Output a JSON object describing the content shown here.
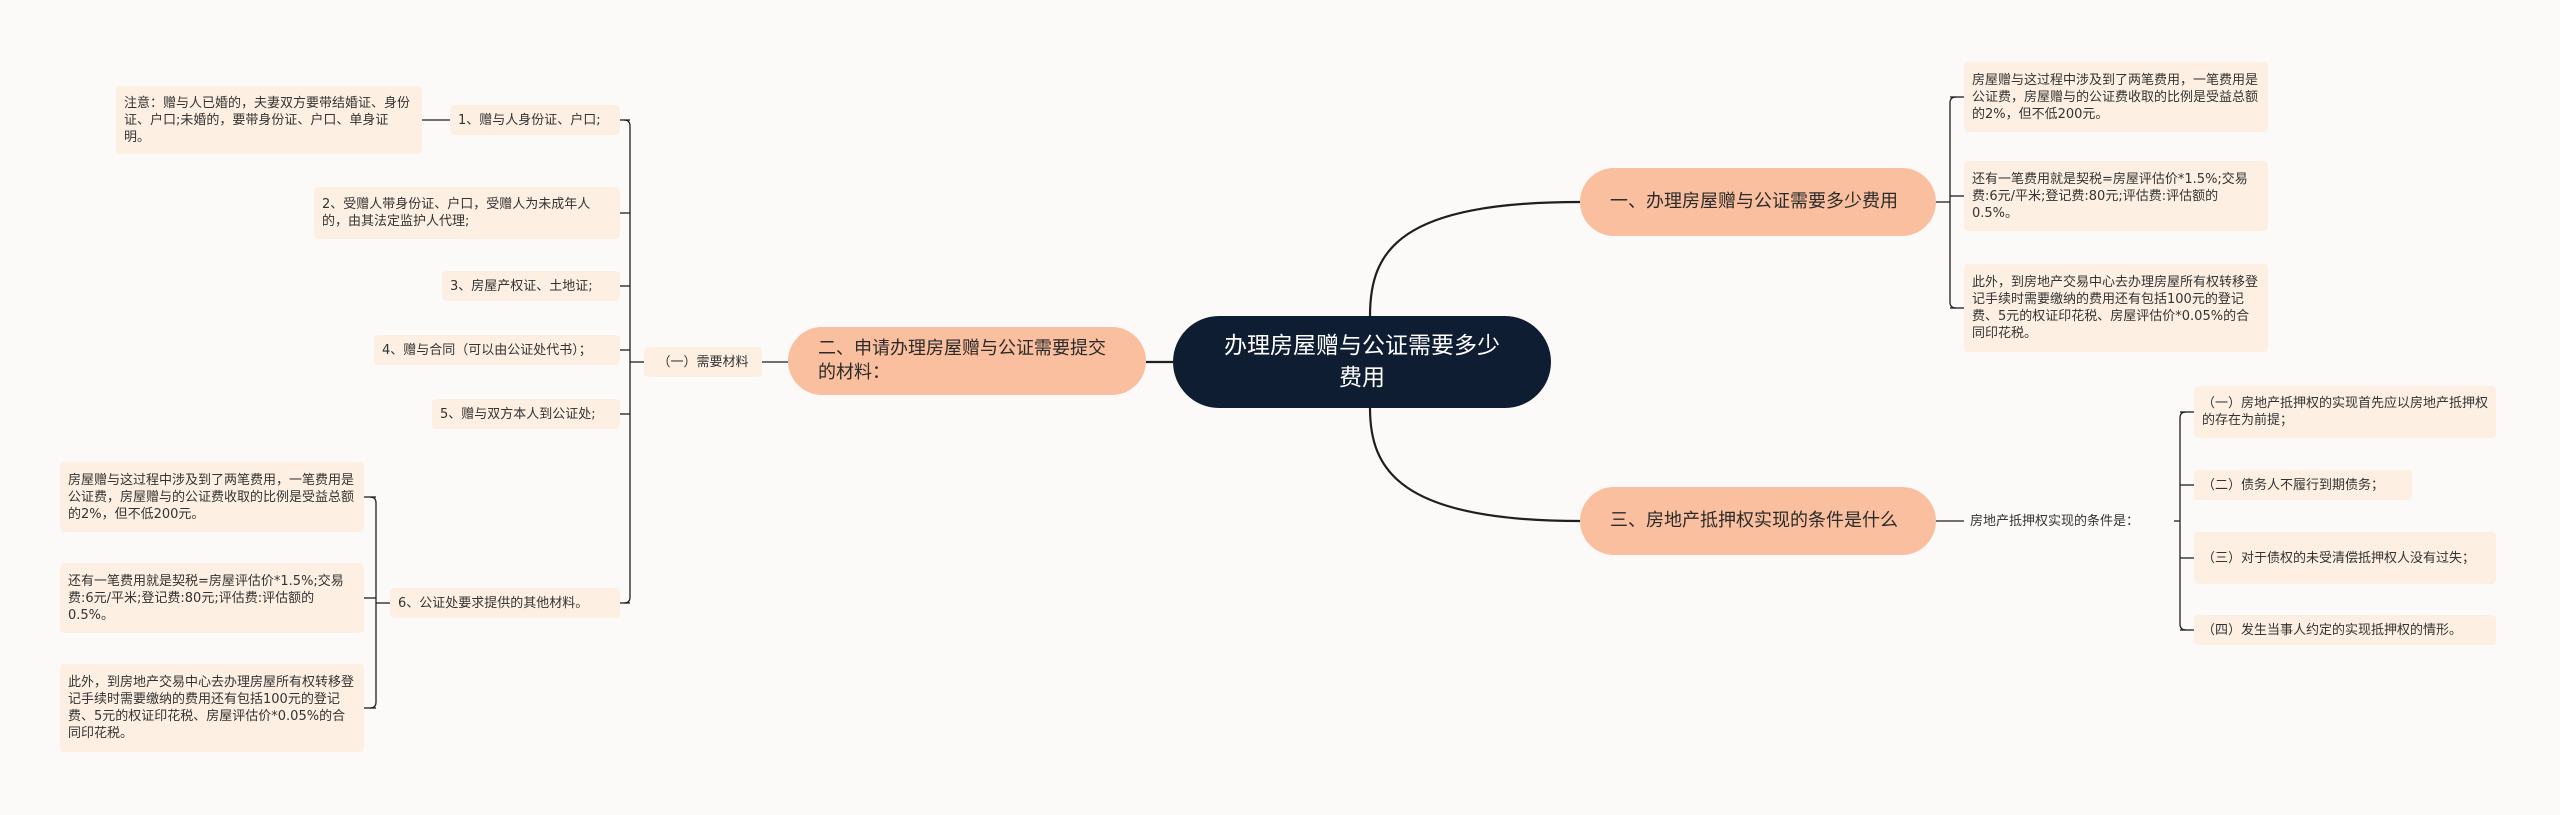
{
  "root": {
    "title": "办理房屋赠与公证需要多少费用"
  },
  "right1": {
    "title": "一、办理房屋赠与公证需要多少费用",
    "items": [
      "房屋赠与这过程中涉及到了两笔费用，一笔费用是公证费，房屋赠与的公证费收取的比例是受益总额的2%，但不低200元。",
      "还有一笔费用就是契税=房屋评估价*1.5%;交易费:6元/平米;登记费:80元;评估费:评估额的0.5%。",
      "此外，到房地产交易中心去办理房屋所有权转移登记手续时需要缴纳的费用还有包括100元的登记费、5元的权证印花税、房屋评估价*0.05%的合同印花税。"
    ]
  },
  "right2": {
    "title": "三、房地产抵押权实现的条件是什么",
    "sub": "房地产抵押权实现的条件是：",
    "items": [
      "（一）房地产抵押权的实现首先应以房地产抵押权的存在为前提；",
      "（二）债务人不履行到期债务；",
      "（三）对于债权的未受清偿抵押权人没有过失；",
      "（四）发生当事人约定的实现抵押权的情形。"
    ]
  },
  "left": {
    "title": "二、申请办理房屋赠与公证需要提交的材料：",
    "sub": "（一）需要材料",
    "items": [
      "1、赠与人身份证、户口;",
      "2、受赠人带身份证、户口，受赠人为未成年人的，由其法定监护人代理;",
      "3、房屋产权证、土地证;",
      "4、赠与合同（可以由公证处代书）；",
      "5、赠与双方本人到公证处;",
      "6、公证处要求提供的其他材料。"
    ],
    "note1": "注意：赠与人已婚的，夫妻双方要带结婚证、身份证、户口;未婚的，要带身份证、户口、单身证明。",
    "notes6": [
      "房屋赠与这过程中涉及到了两笔费用，一笔费用是公证费，房屋赠与的公证费收取的比例是受益总额的2%，但不低200元。",
      "还有一笔费用就是契税=房屋评估价*1.5%;交易费:6元/平米;登记费:80元;评估费:评估额的0.5%。",
      "此外，到房地产交易中心去办理房屋所有权转移登记手续时需要缴纳的费用还有包括100元的登记费、5元的权证印花税、房屋评估价*0.05%的合同印花税。"
    ]
  },
  "colors": {
    "root_bg": "#0f1d33",
    "main_bg": "#f9bf9e",
    "leaf_bg": "#fdf0e3",
    "line": "#1f1f1f"
  }
}
